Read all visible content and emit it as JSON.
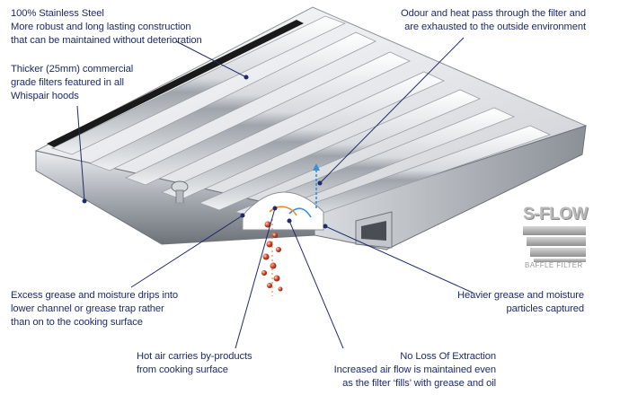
{
  "callouts": {
    "stainless": {
      "title": "100% Stainless Steel",
      "lines": [
        "More robust and long lasting construction",
        "that can be maintained without deterioration"
      ]
    },
    "thicker": {
      "lines": [
        "Thicker (25mm) commercial",
        "grade filters featured in all",
        "Whispair hoods"
      ]
    },
    "odour": {
      "lines": [
        "Odour and heat pass through the filter and",
        "are exhausted to the outside environment"
      ]
    },
    "excess": {
      "lines": [
        "Excess grease and moisture drips into",
        "lower channel or grease trap rather",
        "than on to the cooking surface"
      ]
    },
    "heavier": {
      "lines": [
        "Heavier grease and moisture",
        "particles captured"
      ]
    },
    "hotair": {
      "lines": [
        "Hot air carries by-products",
        "from cooking surface"
      ]
    },
    "extraction": {
      "title": "No Loss Of Extraction",
      "lines": [
        "Increased air flow is maintained even",
        "as the filter ‘fills’ with grease and oil"
      ]
    }
  },
  "logo": {
    "name": "S-FLOW",
    "subtitle": "BAFFLE FILTER"
  },
  "colors": {
    "text": "#1f2a6a",
    "leader": "#1f2a6a",
    "steel_light": "#f2f3f5",
    "steel_dark": "#7d8289",
    "airflow": "#3a8fd6",
    "grease": "#c2361d"
  }
}
